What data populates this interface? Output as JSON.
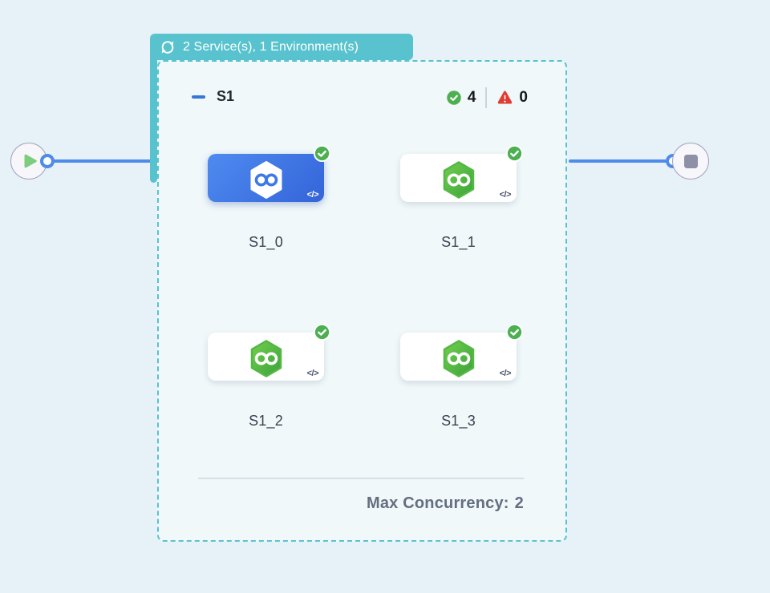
{
  "badge": {
    "label": "2 Service(s), 1 Environment(s)",
    "icon": "loop-icon"
  },
  "stage": {
    "title": "S1",
    "success_count": "4",
    "error_count": "0",
    "code_glyph": "</>",
    "services": [
      {
        "name": "S1_0",
        "status": "success",
        "selected": true
      },
      {
        "name": "S1_1",
        "status": "success",
        "selected": false
      },
      {
        "name": "S1_2",
        "status": "success",
        "selected": false
      },
      {
        "name": "S1_3",
        "status": "success",
        "selected": false
      }
    ],
    "max_concurrency_label": "Max Concurrency:",
    "max_concurrency_value": "2"
  },
  "nodes": {
    "start": "play-icon",
    "end": "stop-icon"
  },
  "colors": {
    "canvas_bg": "#e7f2f8",
    "panel_bg": "#f0f8fa",
    "teal": "#58c3ce",
    "edge_blue": "#4f8be8",
    "selected_card_blue_start": "#4e8bf0",
    "selected_card_blue_end": "#3464d9",
    "hex_green_top": "#72cf4e",
    "hex_green_bottom": "#3ba23a",
    "check_green": "#4caf50",
    "warning_red": "#df3d33",
    "play_green": "#7ccd7d",
    "stop_gray": "#8e90a8"
  }
}
